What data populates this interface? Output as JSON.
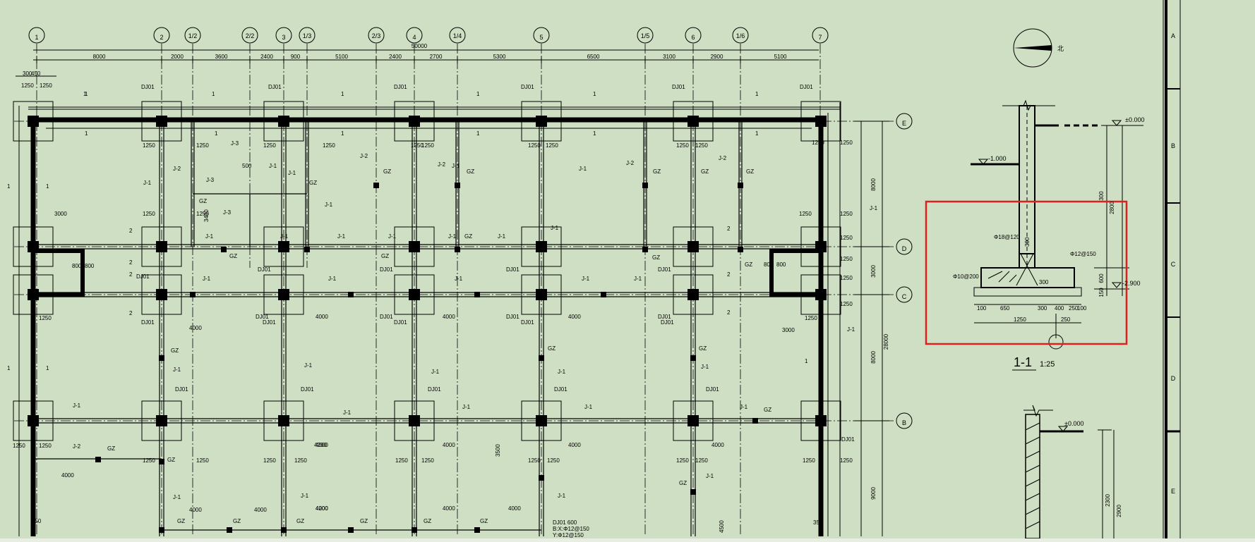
{
  "axes_top": [
    "1",
    "2",
    "1/2",
    "2/2",
    "3",
    "1/3",
    "2/3",
    "4",
    "1/4",
    "5",
    "1/5",
    "6",
    "1/6",
    "7"
  ],
  "axes_right": [
    "E",
    "D",
    "C",
    "B"
  ],
  "title_block_rows": [
    "A",
    "B",
    "C",
    "D",
    "E"
  ],
  "overall_width": "50000",
  "top_spans": [
    "8000",
    "2000",
    "3600",
    "2400",
    "900",
    "5100",
    "2400",
    "2700",
    "5300",
    "6500",
    "3100",
    "2900",
    "5100"
  ],
  "top_small_dims": [
    "300",
    "450",
    "1250",
    "1250"
  ],
  "right_dims": [
    "8000",
    "3000",
    "8000",
    "28000",
    "9000"
  ],
  "labels": {
    "dj01": "DJ01",
    "j1": "J-1",
    "j2": "J-2",
    "j3": "J-3",
    "gz": "GZ",
    "one": "1",
    "two": "2",
    "d1250": "1250",
    "d4000": "4000",
    "d800": "800",
    "d3000": "3000",
    "d3400": "3400",
    "d500": "500",
    "d3500": "3500",
    "d4200": "4200",
    "d4500": "4500",
    "d600": "600",
    "d350": "350",
    "dj01_note_1": "DJ01  600",
    "dj01_note_2": "B:X:Φ12@150",
    "dj01_note_3": "Y:Φ12@150"
  },
  "section": {
    "title": "1-1",
    "scale": "1:25",
    "elev_top": "±0.000",
    "elev_m1": "-1.000",
    "elev_bottom": "-2.900",
    "rebar_1": "Φ18@120",
    "rebar_2": "Φ12@150",
    "rebar_3": "Φ10@200",
    "dims_bottom": [
      "100",
      "650",
      "300",
      "400",
      "250",
      "100"
    ],
    "dims_bottom2": [
      "1250",
      "250"
    ],
    "dims_right": [
      "2800",
      "300",
      "600",
      "150"
    ],
    "wall_dim": "300",
    "heel_dim": "300"
  },
  "section2": {
    "elev": "±0.000",
    "dims": [
      "2300",
      "2900"
    ]
  },
  "compass_label": "北",
  "highlight_color": "#e02020",
  "background_color": "#cfdfc4"
}
